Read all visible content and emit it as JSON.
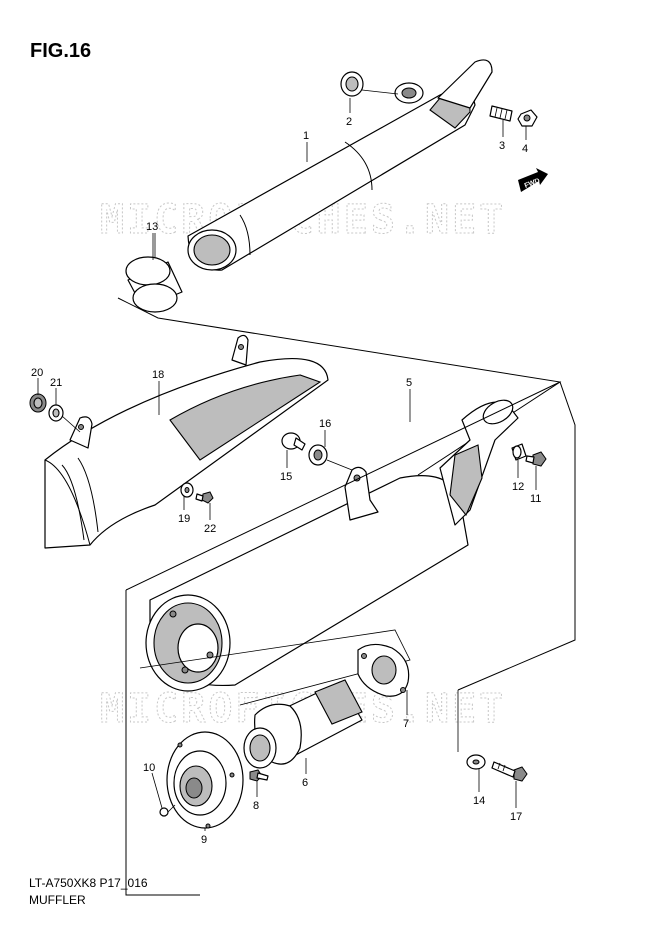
{
  "figure": {
    "title": "FIG.16",
    "code": "LT-A750XK8 P17_016",
    "caption": "MUFFLER",
    "fwd_label": "FWD",
    "watermark": "MICROFICHES.NET"
  },
  "callouts": [
    {
      "id": "c1",
      "label": "1"
    },
    {
      "id": "c2",
      "label": "2"
    },
    {
      "id": "c3",
      "label": "3"
    },
    {
      "id": "c4",
      "label": "4"
    },
    {
      "id": "c5",
      "label": "5"
    },
    {
      "id": "c6",
      "label": "6"
    },
    {
      "id": "c7",
      "label": "7"
    },
    {
      "id": "c8",
      "label": "8"
    },
    {
      "id": "c9",
      "label": "9"
    },
    {
      "id": "c10",
      "label": "10"
    },
    {
      "id": "c11",
      "label": "11"
    },
    {
      "id": "c12",
      "label": "12"
    },
    {
      "id": "c13",
      "label": "13"
    },
    {
      "id": "c14",
      "label": "14"
    },
    {
      "id": "c15",
      "label": "15"
    },
    {
      "id": "c16",
      "label": "16"
    },
    {
      "id": "c17",
      "label": "17"
    },
    {
      "id": "c18",
      "label": "18"
    },
    {
      "id": "c19",
      "label": "19"
    },
    {
      "id": "c20",
      "label": "20"
    },
    {
      "id": "c21",
      "label": "21"
    },
    {
      "id": "c22",
      "label": "22"
    }
  ],
  "colors": {
    "line": "#000000",
    "shade": "#bdbdbd",
    "watermark": "#c8c8c8"
  }
}
